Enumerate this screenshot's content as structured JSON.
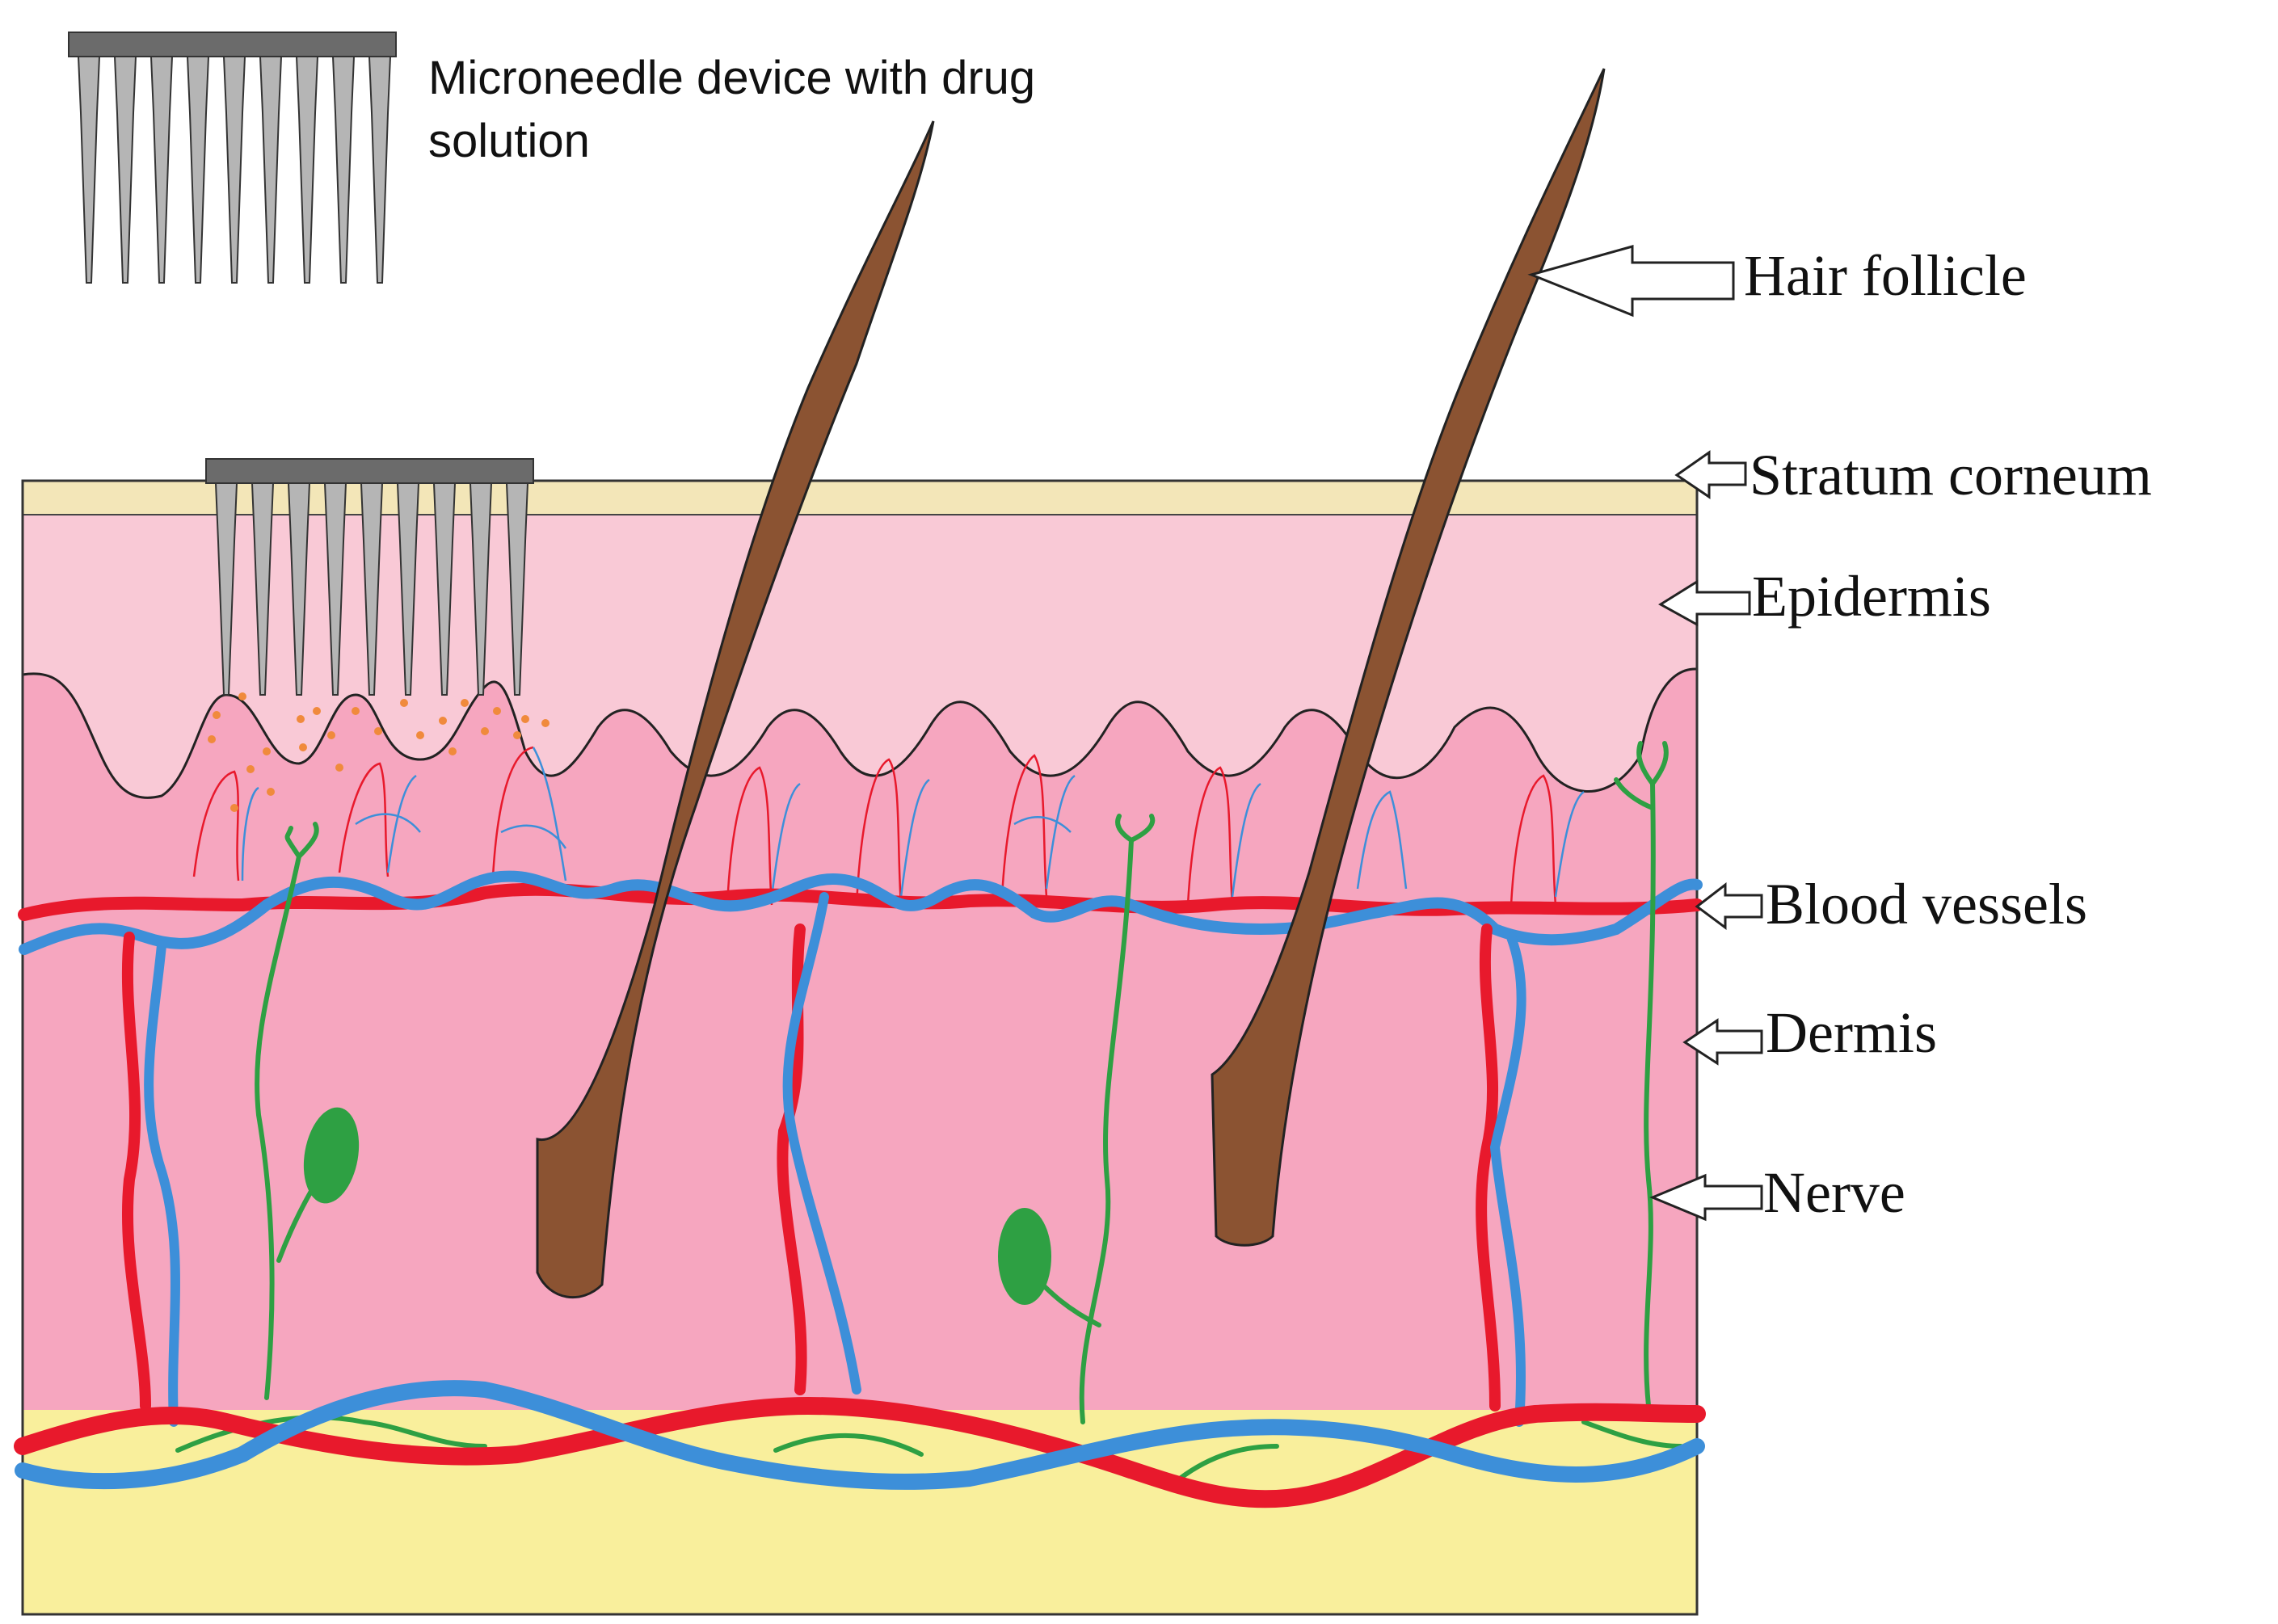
{
  "diagram": {
    "device_caption": "Microneedle device with drug solution",
    "labels": {
      "hair_follicle": "Hair follicle",
      "stratum_corneum": "Stratum corneum",
      "epidermis": "Epidermis",
      "blood_vessels": "Blood vessels",
      "dermis": "Dermis",
      "nerve": "Nerve"
    },
    "colors": {
      "stratum_corneum": "#f3e6b8",
      "epidermis": "#f9c9d6",
      "dermis": "#f6a6bf",
      "papillae": "#f3b0c6",
      "subcutis": "#f9ef9c",
      "hair": "#8b5332",
      "artery": "#e8192c",
      "vein": "#3d8fd9",
      "nerve": "#2ea043",
      "needle": "#b5b5b5",
      "needle_base": "#6b6b6b",
      "drug": "#f08a3c"
    }
  }
}
